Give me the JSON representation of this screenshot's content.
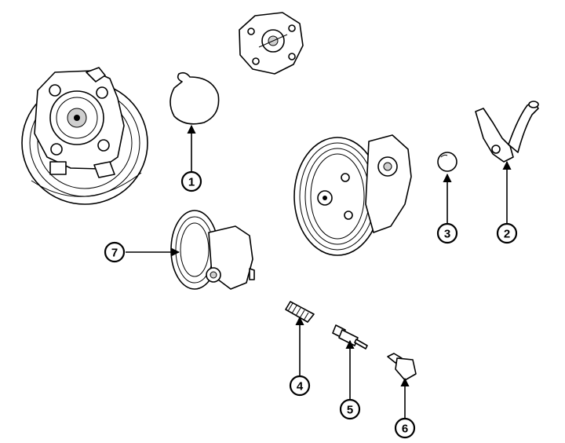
{
  "diagram": {
    "callouts": [
      {
        "id": "c1",
        "label": "1"
      },
      {
        "id": "c2",
        "label": "2"
      },
      {
        "id": "c3",
        "label": "3"
      },
      {
        "id": "c4",
        "label": "4"
      },
      {
        "id": "c5",
        "label": "5"
      },
      {
        "id": "c6",
        "label": "6"
      },
      {
        "id": "c7",
        "label": "7"
      }
    ]
  },
  "colors": {
    "line": "#000000",
    "background": "#ffffff",
    "shade": "#cfcfcf"
  }
}
